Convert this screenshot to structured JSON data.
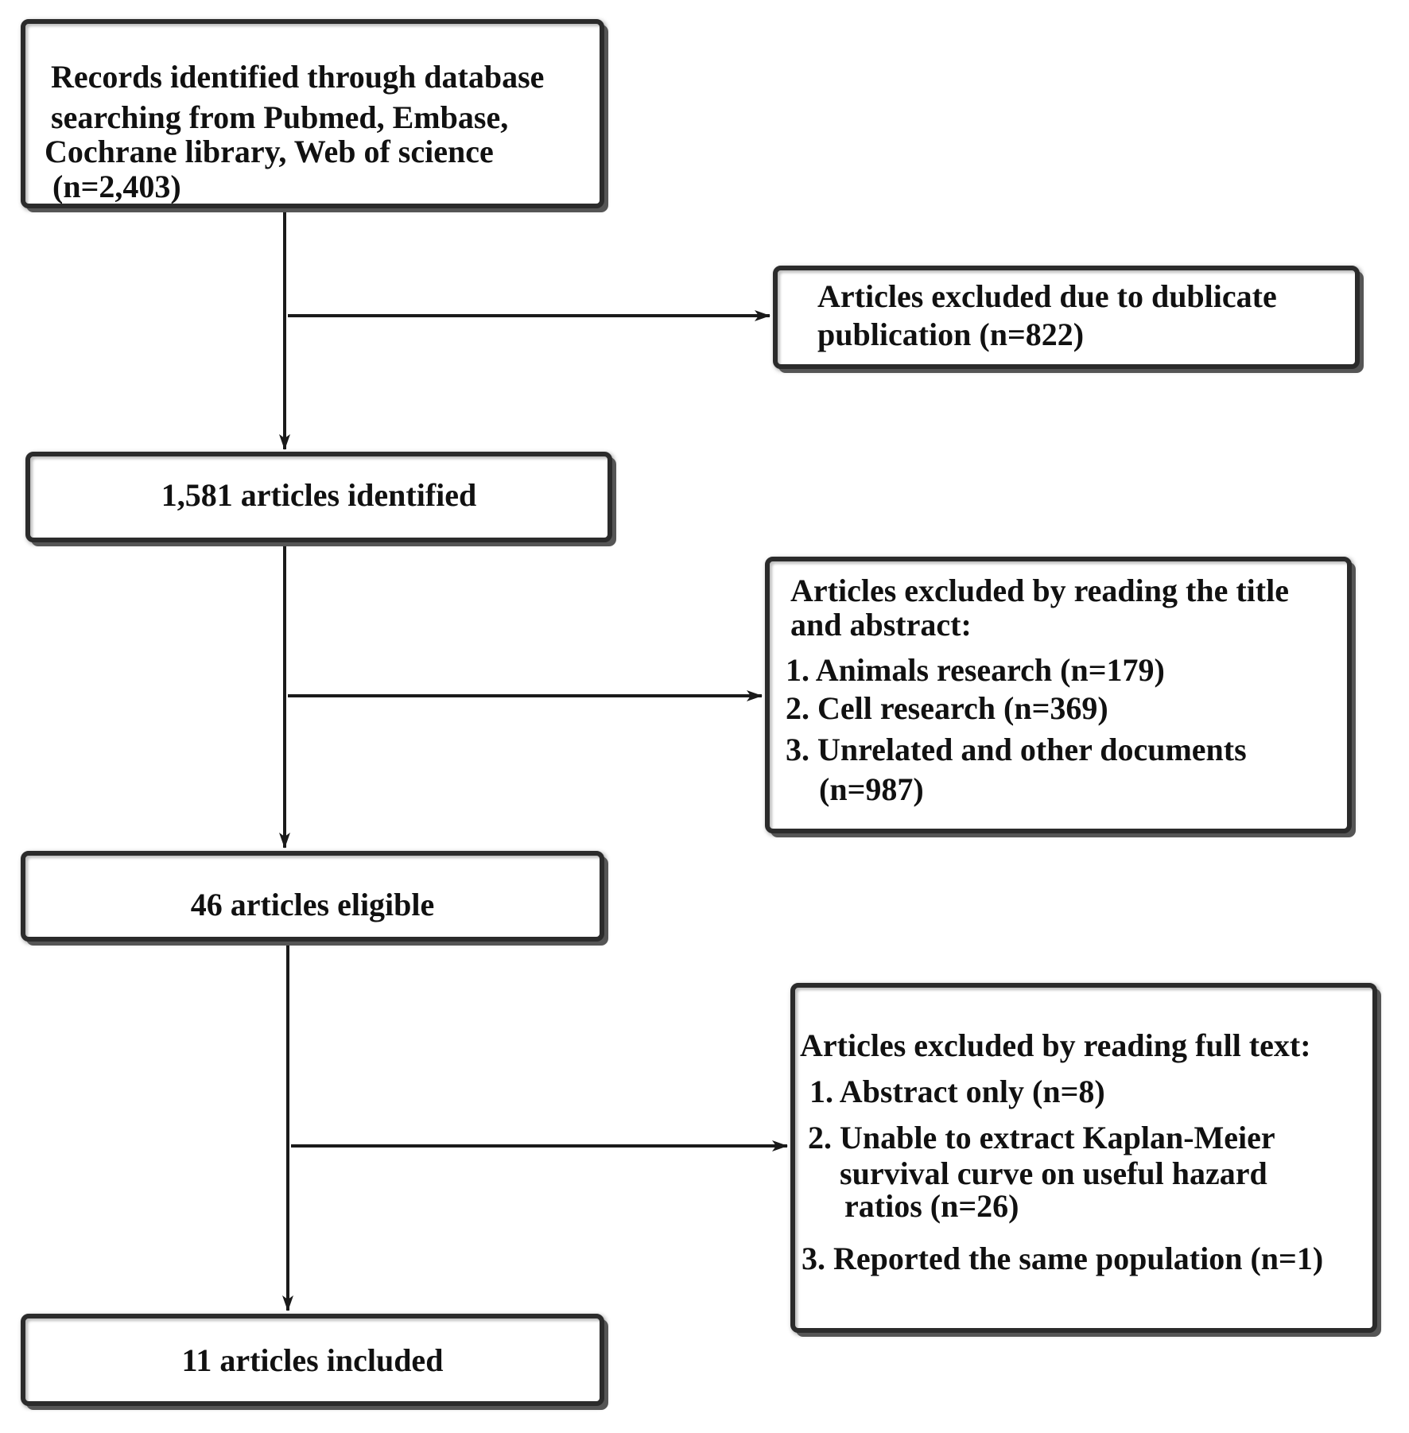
{
  "records_box": {
    "line1": "Records identified through database",
    "line2": "searching from Pubmed, Embase,",
    "line3": "Cochrane library, Web of science",
    "line4": "(n=2,403)"
  },
  "duplicate_box": {
    "line1": "Articles excluded due to dublicate",
    "line2": "publication (n=822)"
  },
  "identified_box": {
    "label": "1,581 articles identified"
  },
  "title_abstract_box": {
    "line1": "Articles excluded by reading the title",
    "line2": "and abstract:",
    "item1": "1.  Animals research (n=179)",
    "item2": "2. Cell research (n=369)",
    "item3": "3. Unrelated and other documents",
    "item3b": "(n=987)"
  },
  "eligible_box": {
    "label": "46 articles eligible"
  },
  "fulltext_box": {
    "heading": "Articles excluded by reading full text:",
    "item1": "1. Abstract only (n=8)",
    "item2": "2. Unable to extract Kaplan-Meier",
    "item2b": "survival curve on useful hazard",
    "item2c": "ratios (n=26)",
    "item3": "3. Reported the same population (n=1)"
  },
  "included_box": {
    "label": "11 articles included"
  }
}
